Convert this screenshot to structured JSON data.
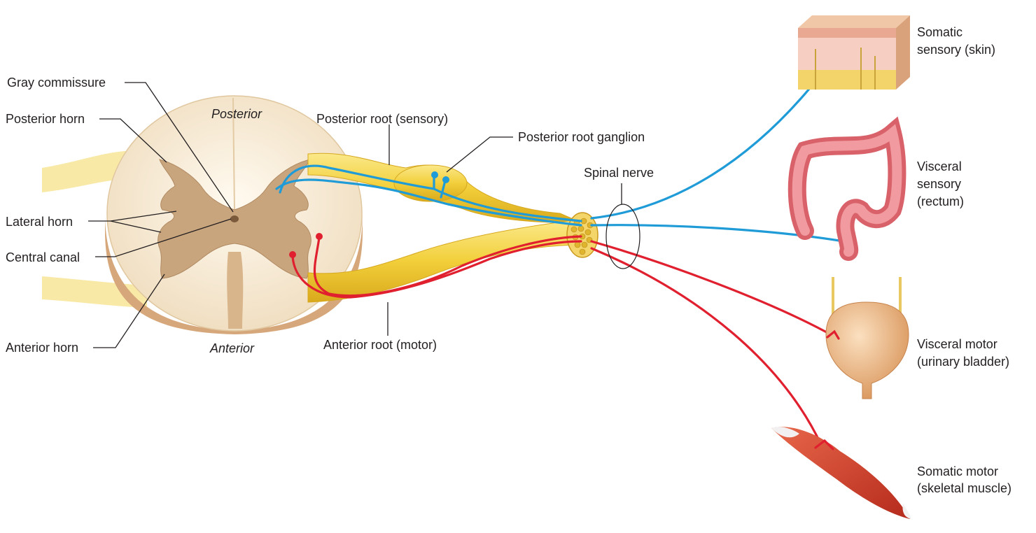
{
  "colors": {
    "sensory": "#1f9bd7",
    "motor": "#e0202f",
    "nerve": "#f2cf3a",
    "gray_matter": "#c9a57e",
    "white_matter": "#f6ead6"
  },
  "labels": {
    "gray_commissure": "Gray commissure",
    "posterior_horn": "Posterior horn",
    "lateral_horn": "Lateral horn",
    "central_canal": "Central canal",
    "anterior_horn": "Anterior horn",
    "posterior": "Posterior",
    "anterior": "Anterior",
    "posterior_root": "Posterior root (sensory)",
    "posterior_root_ganglion": "Posterior root ganglion",
    "spinal_nerve": "Spinal nerve",
    "anterior_root": "Anterior root (motor)"
  },
  "targets": [
    {
      "id": "skin",
      "line1": "Somatic",
      "line2": "sensory (skin)",
      "line3": ""
    },
    {
      "id": "rectum",
      "line1": "Visceral",
      "line2": "sensory",
      "line3": "(rectum)"
    },
    {
      "id": "bladder",
      "line1": "Visceral motor",
      "line2": "(urinary bladder)",
      "line3": ""
    },
    {
      "id": "muscle",
      "line1": "Somatic motor",
      "line2": "(skeletal muscle)",
      "line3": ""
    }
  ]
}
